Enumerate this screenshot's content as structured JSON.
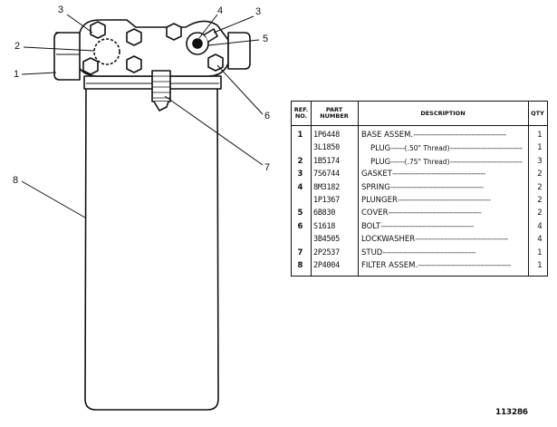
{
  "callouts": [
    {
      "id": "c3a",
      "text": "3"
    },
    {
      "id": "c2",
      "text": "2"
    },
    {
      "id": "c1",
      "text": "1"
    },
    {
      "id": "c4",
      "text": "4"
    },
    {
      "id": "c3b",
      "text": "3"
    },
    {
      "id": "c5",
      "text": "5"
    },
    {
      "id": "c6",
      "text": "6"
    },
    {
      "id": "c7",
      "text": "7"
    },
    {
      "id": "c8",
      "text": "8"
    }
  ],
  "table": {
    "headers": {
      "ref": "REF.\nNO.",
      "part": "PART\nNUMBER",
      "desc": "DESCRIPTION",
      "qty": "QTY"
    },
    "rows": [
      {
        "ref": "1",
        "part": "1P6448",
        "desc": "BASE ASSEM.",
        "sub": "",
        "qty": "1"
      },
      {
        "ref": "",
        "part": "3L1850",
        "desc": "PLUG",
        "sub": "(.50\" Thread)",
        "qty": "1"
      },
      {
        "ref": "2",
        "part": "1B5174",
        "desc": "PLUG",
        "sub": "(.75\" Thread)",
        "qty": "3"
      },
      {
        "ref": "3",
        "part": "7S6744",
        "desc": "GASKET",
        "sub": "",
        "qty": "2"
      },
      {
        "ref": "4",
        "part": "8M3182",
        "desc": "SPRING",
        "sub": "",
        "qty": "2"
      },
      {
        "ref": "",
        "part": "1P1367",
        "desc": "PLUNGER",
        "sub": "",
        "qty": "2"
      },
      {
        "ref": "5",
        "part": "6B830",
        "desc": "COVER",
        "sub": "",
        "qty": "2"
      },
      {
        "ref": "6",
        "part": "S1618",
        "desc": "BOLT",
        "sub": "",
        "qty": "4"
      },
      {
        "ref": "",
        "part": "3B4505",
        "desc": "LOCKWASHER",
        "sub": "",
        "qty": "4"
      },
      {
        "ref": "7",
        "part": "2P2537",
        "desc": "STUD",
        "sub": "",
        "qty": "1"
      },
      {
        "ref": "8",
        "part": "2P4004",
        "desc": "FILTER ASSEM.",
        "sub": "",
        "qty": "1"
      }
    ]
  },
  "drawing_number": "113286"
}
